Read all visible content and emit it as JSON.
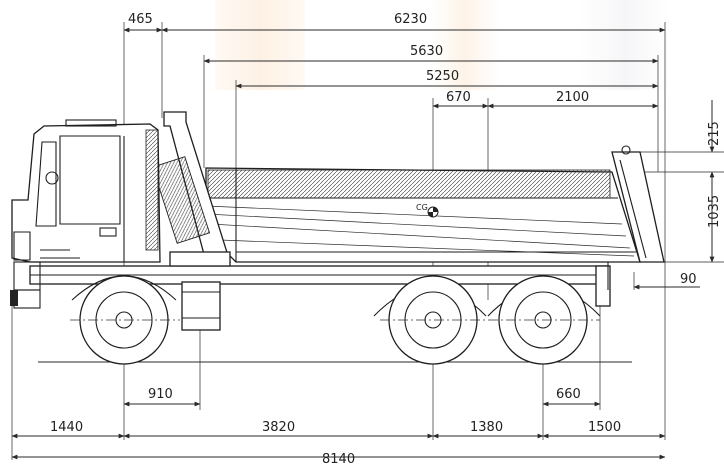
{
  "diagram": {
    "cg_label": "CG",
    "dimensions": {
      "top_465": "465",
      "top_6230": "6230",
      "top_5630": "5630",
      "top_5250": "5250",
      "top_670": "670",
      "top_2100": "2100",
      "right_215": "215",
      "right_1035": "1035",
      "right_90": "90",
      "low_910": "910",
      "low_660": "660",
      "bottom_1440": "1440",
      "bottom_3820": "3820",
      "bottom_1380": "1380",
      "bottom_1500": "1500",
      "bottom_8140": "8140"
    },
    "colors": {
      "line": "#2a2a2a",
      "background": "#ffffff",
      "watermark_tint": "#fdf1e4"
    }
  }
}
